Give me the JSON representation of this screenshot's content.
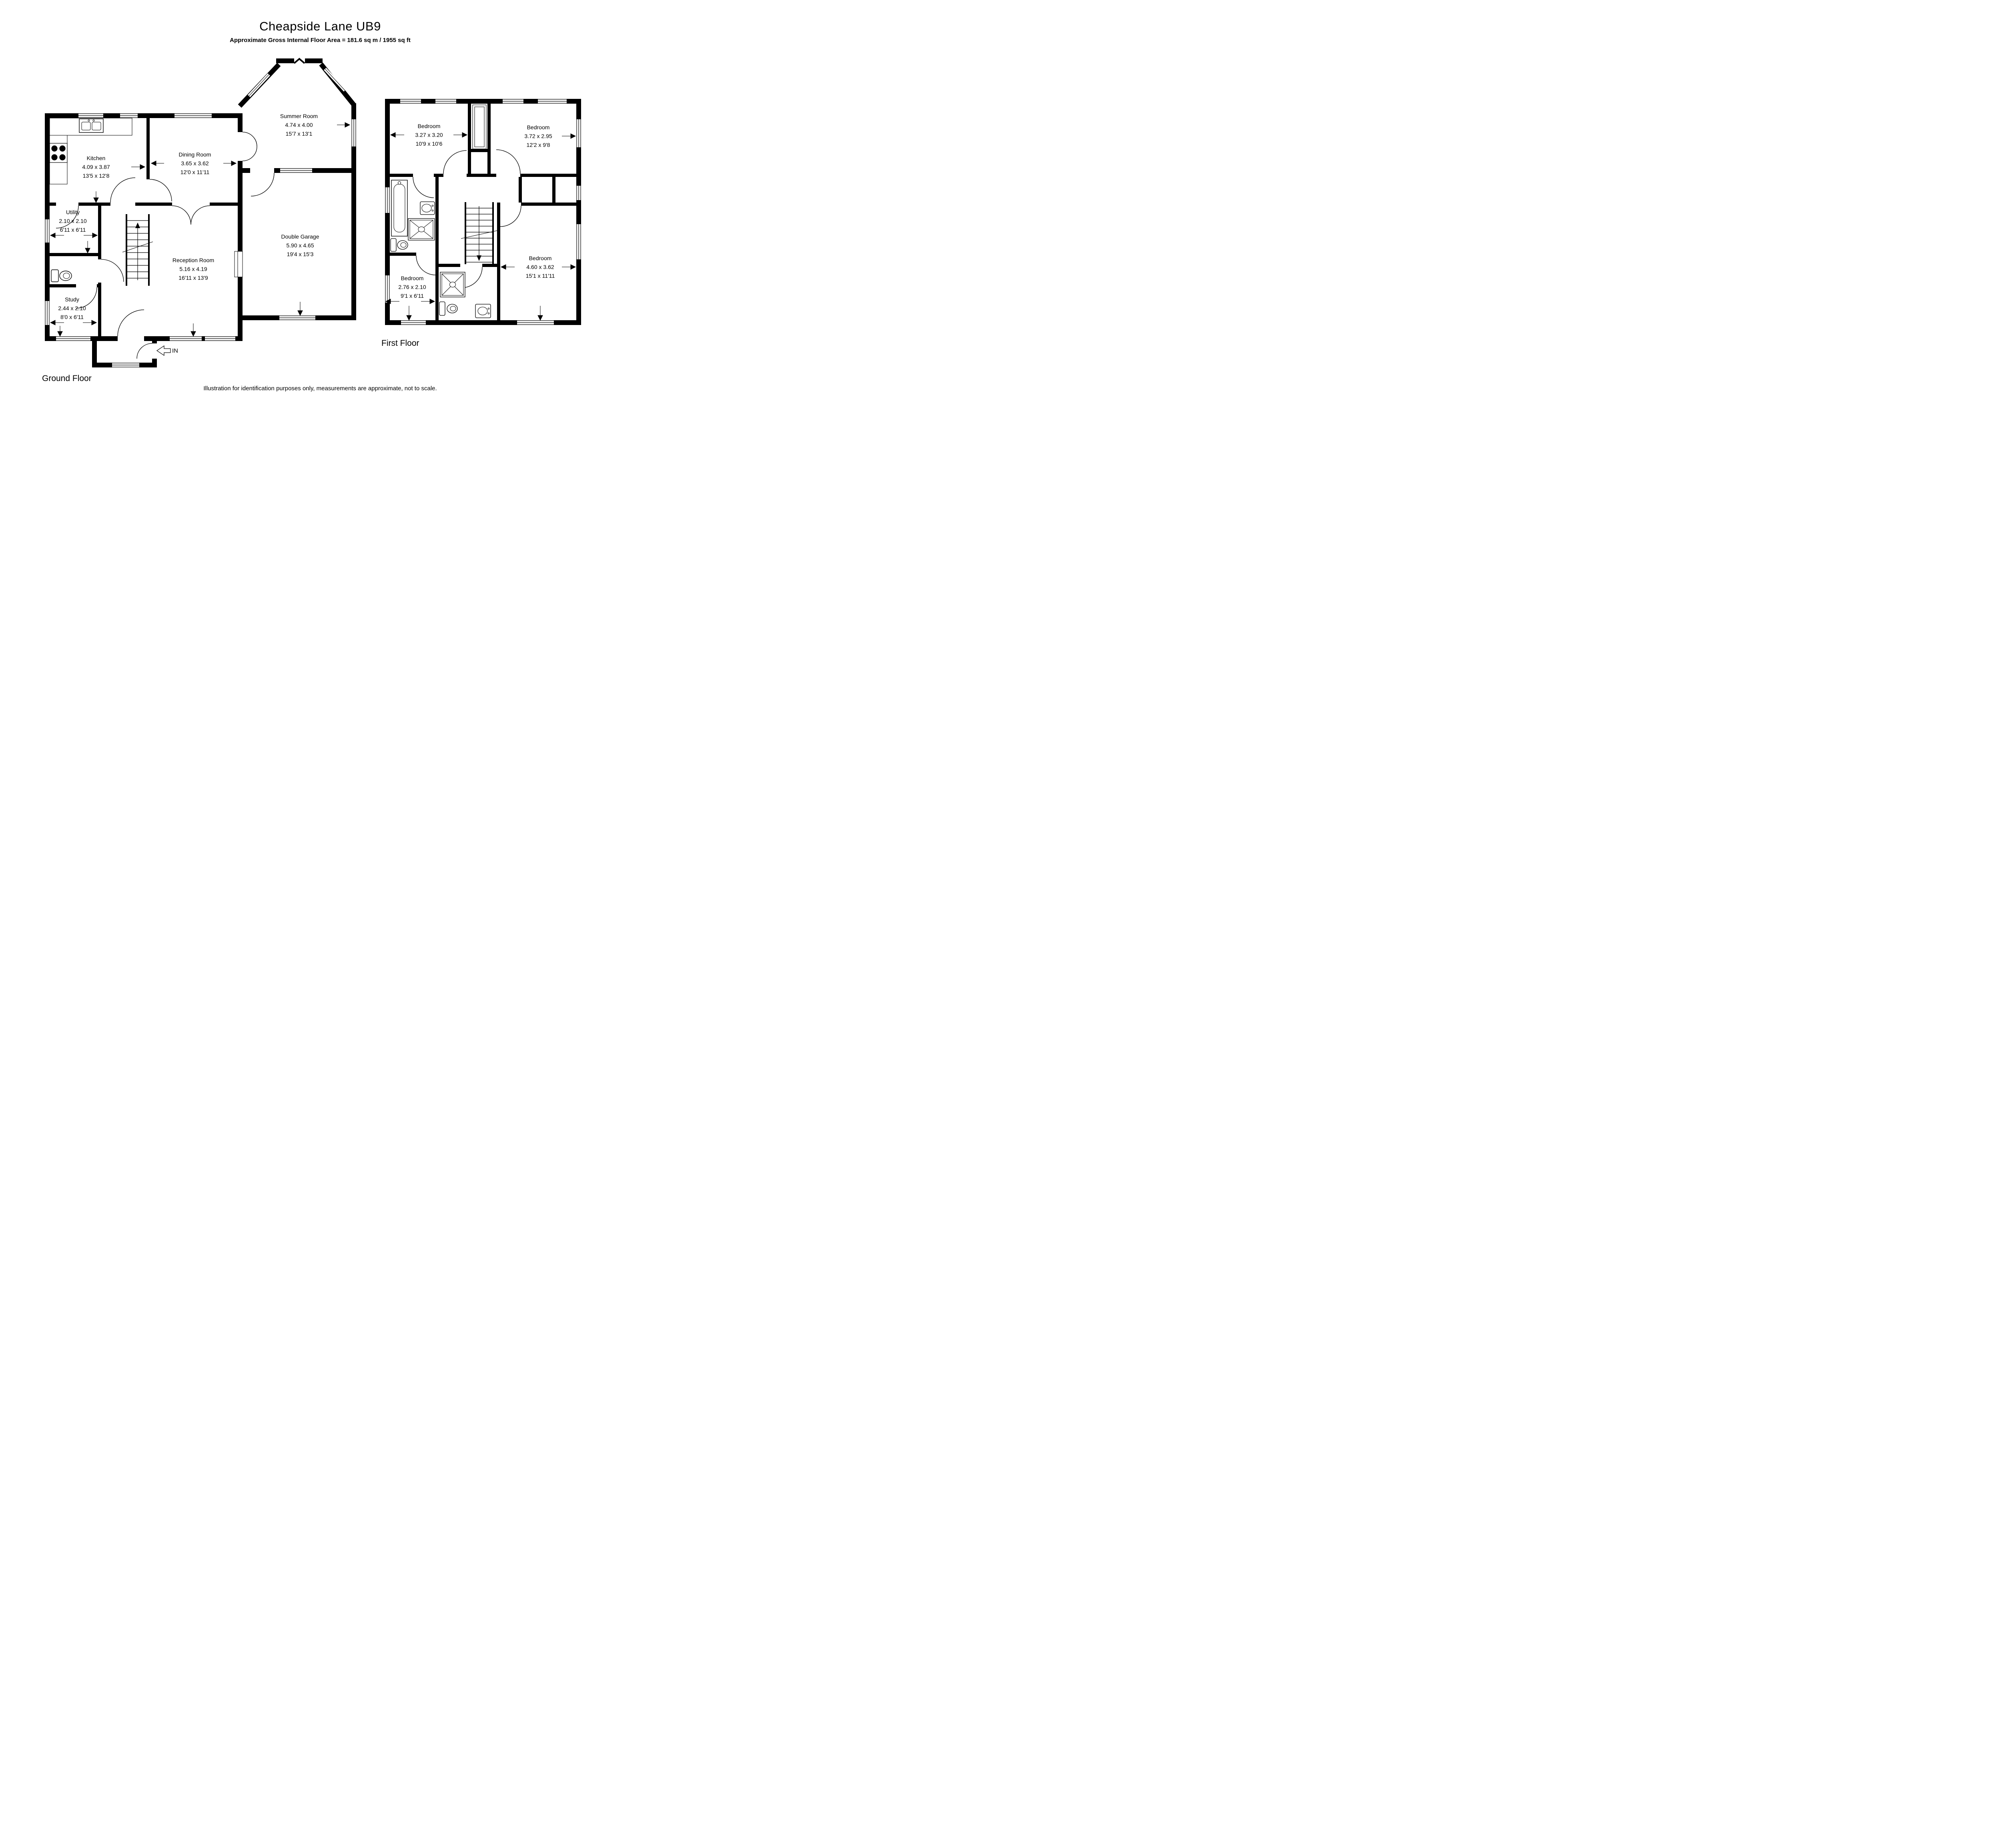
{
  "title": "Cheapside Lane UB9",
  "subtitle": "Approximate Gross Internal Floor Area  = 181.6 sq m  / 1955 sq ft",
  "disclaimer": "Illustration for identification purposes only, measurements are approximate, not to scale.",
  "entrance_label": "IN",
  "colors": {
    "wall": "#000000",
    "background": "#ffffff"
  },
  "ground_floor": {
    "label": "Ground Floor",
    "rooms": {
      "kitchen": {
        "name": "Kitchen",
        "metric": "4.09 x 3.87",
        "imperial": "13'5 x 12'8"
      },
      "dining_room": {
        "name": "Dining Room",
        "metric": "3.65 x 3.62",
        "imperial": "12'0 x 11'11"
      },
      "summer_room": {
        "name": "Summer Room",
        "metric": "4.74 x 4.00",
        "imperial": "15'7 x 13'1"
      },
      "utility": {
        "name": "Utility",
        "metric": "2.10 x 2.10",
        "imperial": "6'11 x 6'11"
      },
      "study": {
        "name": "Study",
        "metric": "2.44 x 2.10",
        "imperial": "8'0 x 6'11"
      },
      "reception_room": {
        "name": "Reception Room",
        "metric": "5.16 x 4.19",
        "imperial": "16'11 x 13'9"
      },
      "double_garage": {
        "name": "Double Garage",
        "metric": "5.90 x 4.65",
        "imperial": "19'4 x 15'3"
      }
    }
  },
  "first_floor": {
    "label": "First Floor",
    "rooms": {
      "bedroom_1": {
        "name": "Bedroom",
        "metric": "3.27 x 3.20",
        "imperial": "10'9 x 10'6"
      },
      "bedroom_2": {
        "name": "Bedroom",
        "metric": "3.72 x 2.95",
        "imperial": "12'2 x 9'8"
      },
      "bedroom_3": {
        "name": "Bedroom",
        "metric": "4.60 x 3.62",
        "imperial": "15'1 x 11'11"
      },
      "bedroom_4": {
        "name": "Bedroom",
        "metric": "2.76 x 2.10",
        "imperial": "9'1 x 6'11"
      }
    }
  }
}
